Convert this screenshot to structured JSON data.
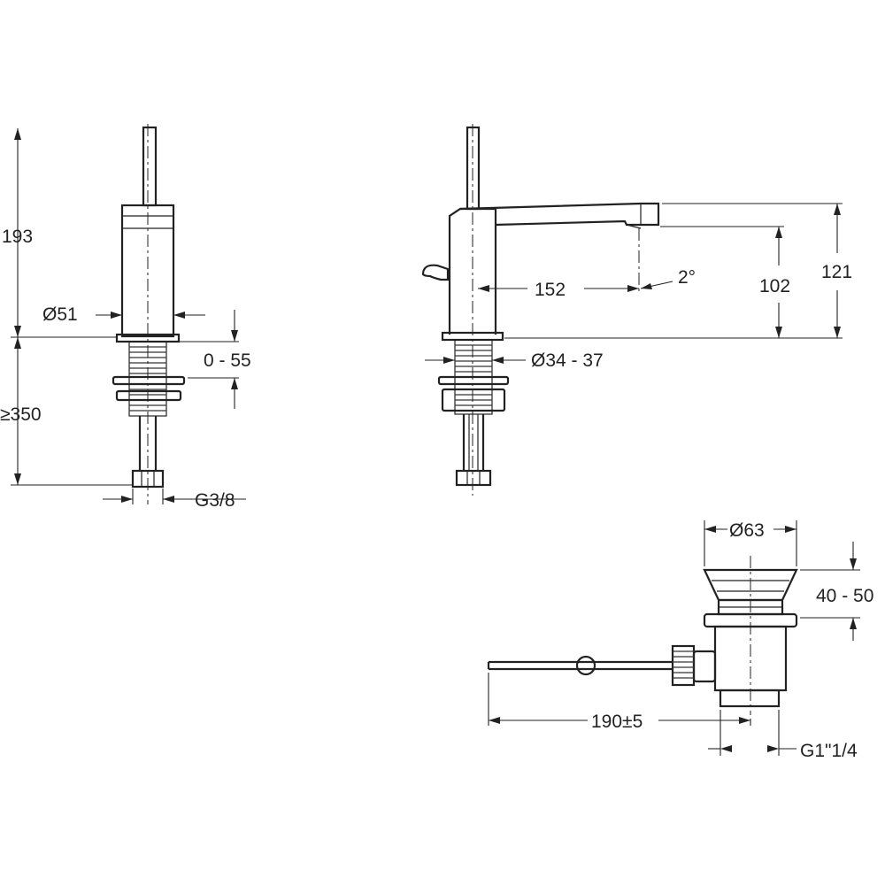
{
  "views": {
    "side_view": {
      "height_above_deck": "193",
      "body_diameter": "Ø51",
      "deck_thickness": "0 - 55",
      "below_deck_length": "≥350",
      "supply_thread": "G3/8"
    },
    "front_view": {
      "spout_reach": "152",
      "spout_angle": "2°",
      "spout_outlet_height": "102",
      "spout_top_height": "121",
      "mounting_hole": "Ø34 - 37"
    },
    "waste_view": {
      "flange_diameter": "Ø63",
      "deck_range": "40 - 50",
      "rod_length": "190±5",
      "waste_thread": "G1\"1/4"
    }
  }
}
